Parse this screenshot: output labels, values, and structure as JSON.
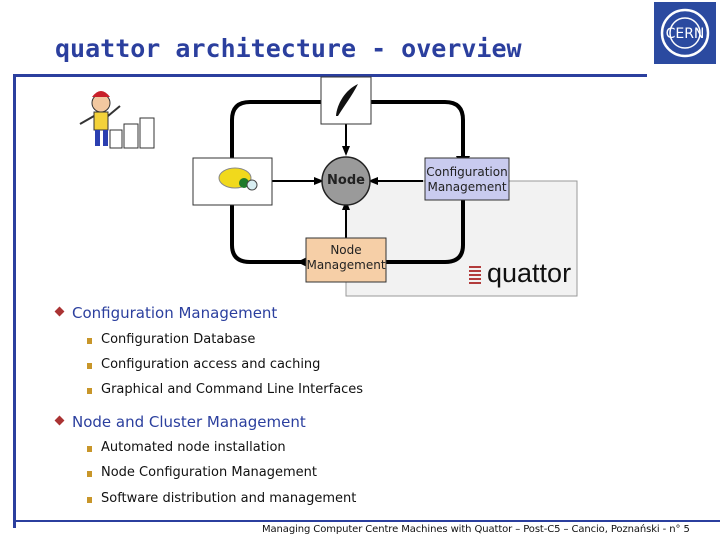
{
  "slide": {
    "title": "quattor architecture - overview",
    "cern_logo_text": "CERN",
    "footer": "Managing Computer Centre Machines with Quattor – Post-C5 – Cancio, Poznański - n° 5"
  },
  "diagram": {
    "node_label": "Node",
    "config_mgmt_label_line1": "Configuration",
    "config_mgmt_label_line2": "Management",
    "node_mgmt_label_line1": "Node",
    "node_mgmt_label_line2": "Management",
    "quattor_logo_text": "quattor",
    "lemon_icon": "lemon-icon",
    "quill_icon": "quill-icon",
    "mascot_icon": "cartoon-mascot-icon",
    "colors": {
      "accent": "#2b3f9e",
      "node_fill": "#9a9a9a",
      "config_box_fill": "#c9cbef",
      "node_mgmt_fill": "#f6cfa7",
      "panel_fill": "#f2f2f2"
    }
  },
  "bullets": [
    {
      "text": "Configuration Management",
      "subs": [
        "Configuration Database",
        "Configuration access and caching",
        "Graphical and Command Line Interfaces"
      ]
    },
    {
      "text": "Node and Cluster Management",
      "subs": [
        "Automated node installation",
        "Node Configuration Management",
        "Software distribution and management"
      ]
    }
  ]
}
